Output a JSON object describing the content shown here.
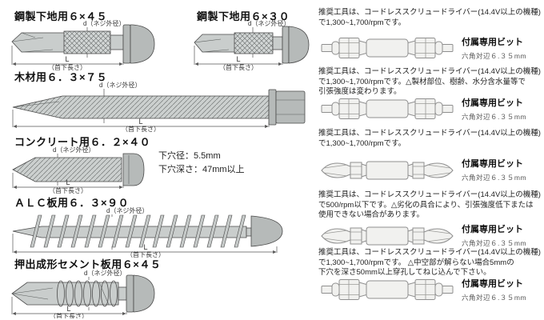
{
  "dim": {
    "d_label": "d（ネジ外径）",
    "l_label": "L",
    "l_sub": "（首下長さ）"
  },
  "screws": {
    "steel45": {
      "title": "鋼製下地用６×４５"
    },
    "steel30": {
      "title": "鋼製下地用６×３０"
    },
    "wood": {
      "title": "木材用６．３×７５"
    },
    "concrete": {
      "title": "コンクリート用６．２×４０",
      "note1": "下穴径：5.5mm",
      "note2": "下穴深さ：47mm以上"
    },
    "alc": {
      "title": "ＡＬＣ板用６．３×９０"
    },
    "cement": {
      "title": "押出成形セメント板用６×４５"
    }
  },
  "tools": {
    "bit_name": "付属専用ビット",
    "bit_spec": "六角対辺６.３５mm",
    "sections": [
      {
        "bit": "hex-socket-bit",
        "lines": [
          "推奨工具は、コードレススクリュードライバー(14.4V以上の機種)",
          "で1,300~1,700/rpmです。"
        ]
      },
      {
        "bit": "hex-socket-bit",
        "lines": [
          "推奨工具は、コードレススクリュードライバー(14.4V以上の機種)",
          "で1,300~1,700/rpmです。△製材部位、樹齢、水分含水量等で",
          "引張強度は変わります。"
        ]
      },
      {
        "bit": "phillips-bit",
        "lines": [
          "推奨工具は、コードレススクリュードライバー(14.4V以上の機種)",
          "で1,300~1,700/rpmです。"
        ]
      },
      {
        "bit": "phillips-bit",
        "lines": [
          "推奨工具は、コードレススクリュードライバー(14.4V以上の機種)",
          "で500/rpm以下です。△劣化の具合により、引張強度低下または",
          "使用できない場合があります。"
        ]
      },
      {
        "bit": "hex-socket-bit",
        "lines": [
          "推奨工具は、コードレススクリュードライバー(14.4V以上の機種)",
          "で1,300~1,700/rpmです。 △中空部が解らない場合5mmの",
          "下穴を深さ50mm以上穿孔してねじ込んで下さい。"
        ]
      }
    ]
  },
  "colors": {
    "screw_body": "#c9cdcc",
    "screw_head": "#b6bab9",
    "thread_fill": "#d3d7d6",
    "outline": "#4a4a4a",
    "bit_fill": "#f1f1ef",
    "background": "#ffffff"
  }
}
